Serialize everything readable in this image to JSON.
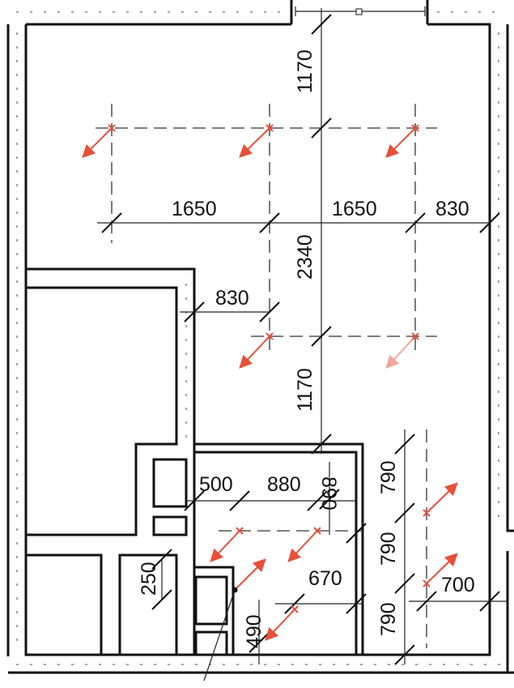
{
  "plan": {
    "dimensions": {
      "top_height": "1170",
      "span_left": "1650",
      "span_right": "1650",
      "span_edge": "830",
      "mid_height": "2340",
      "left_offset": "830",
      "lower_height": "1170",
      "bath_offset": "500",
      "bath_span": "880",
      "bath_right": "890",
      "shaft_width": "250",
      "bath_inner": "670",
      "bath_lower": "490",
      "right_top": "790",
      "right_mid": "790",
      "right_bottom": "790",
      "right_edge": "700"
    },
    "colors": {
      "lines": "#111111",
      "vents": "#e8503a"
    }
  }
}
